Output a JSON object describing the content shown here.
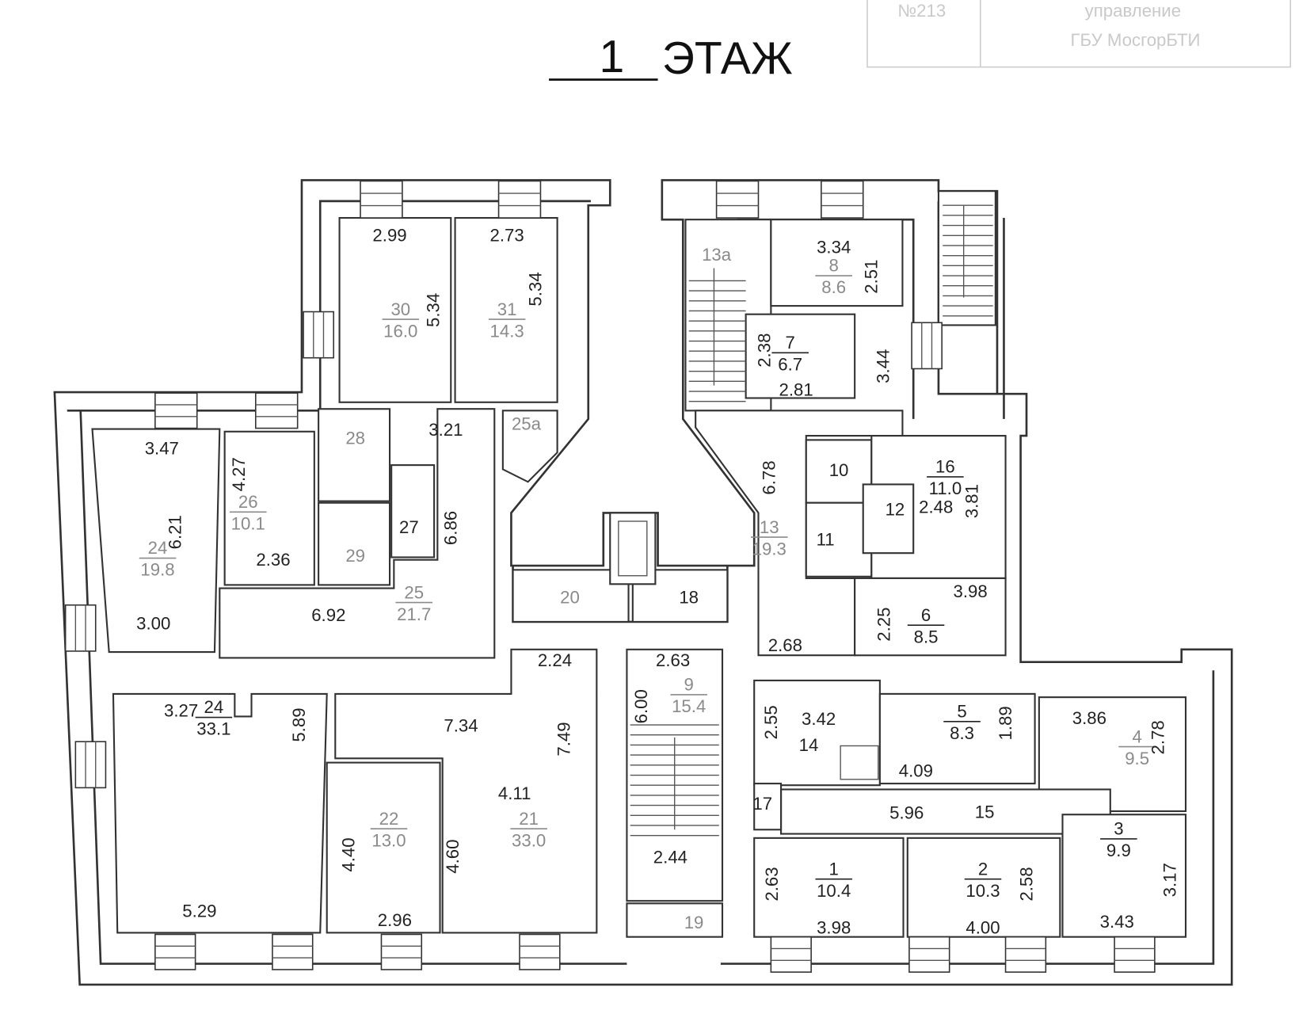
{
  "header": {
    "floor_number": "1",
    "floor_word": "ЭТАЖ"
  },
  "stamp": {
    "number": "№213",
    "line1": "управление",
    "line2": "ГБУ МосгорБТИ"
  },
  "rooms": [
    {
      "number": "30",
      "area": "16.0"
    },
    {
      "number": "31",
      "area": "14.3"
    },
    {
      "number": "24",
      "area": "19.8"
    },
    {
      "number": "26",
      "area": "10.1"
    },
    {
      "number": "28",
      "area": ""
    },
    {
      "number": "29",
      "area": ""
    },
    {
      "number": "27",
      "area": ""
    },
    {
      "number": "25",
      "area": "21.7"
    },
    {
      "number": "25a",
      "area": ""
    },
    {
      "number": "20",
      "area": ""
    },
    {
      "number": "18",
      "area": ""
    },
    {
      "number": "24",
      "area": "33.1"
    },
    {
      "number": "22",
      "area": "13.0"
    },
    {
      "number": "21",
      "area": "33.0"
    },
    {
      "number": "9",
      "area": "15.4"
    },
    {
      "number": "19",
      "area": ""
    },
    {
      "number": "13a",
      "area": ""
    },
    {
      "number": "8",
      "area": "8.6"
    },
    {
      "number": "7",
      "area": "6.7"
    },
    {
      "number": "13",
      "area": "19.3"
    },
    {
      "number": "10",
      "area": ""
    },
    {
      "number": "11",
      "area": ""
    },
    {
      "number": "12",
      "area": ""
    },
    {
      "number": "16",
      "area": "11.0"
    },
    {
      "number": "6",
      "area": "8.5"
    },
    {
      "number": "14",
      "area": ""
    },
    {
      "number": "5",
      "area": "8.3"
    },
    {
      "number": "4",
      "area": "9.5"
    },
    {
      "number": "15",
      "area": ""
    },
    {
      "number": "17",
      "area": ""
    },
    {
      "number": "1",
      "area": "10.4"
    },
    {
      "number": "2",
      "area": "10.3"
    },
    {
      "number": "3",
      "area": "9.9"
    }
  ],
  "dimensions": [
    "2.99",
    "2.73",
    "5.34",
    "5.34",
    "3.47",
    "6.21",
    "3.00",
    "4.27",
    "2.36",
    "3.21",
    "6.86",
    "6.92",
    "2.24",
    "2.63",
    "6.00",
    "3.27",
    "5.89",
    "5.29",
    "7.34",
    "4.11",
    "7.49",
    "4.40",
    "2.96",
    "4.60",
    "2.44",
    "3.34",
    "2.51",
    "2.38",
    "2.81",
    "3.44",
    "6.78",
    "2.48",
    "3.81",
    "3.98",
    "2.25",
    "2.68",
    "2.55",
    "3.42",
    "4.09",
    "1.89",
    "3.86",
    "2.78",
    "5.96",
    "2.63",
    "3.98",
    "4.00",
    "2.58",
    "3.43",
    "3.17"
  ]
}
